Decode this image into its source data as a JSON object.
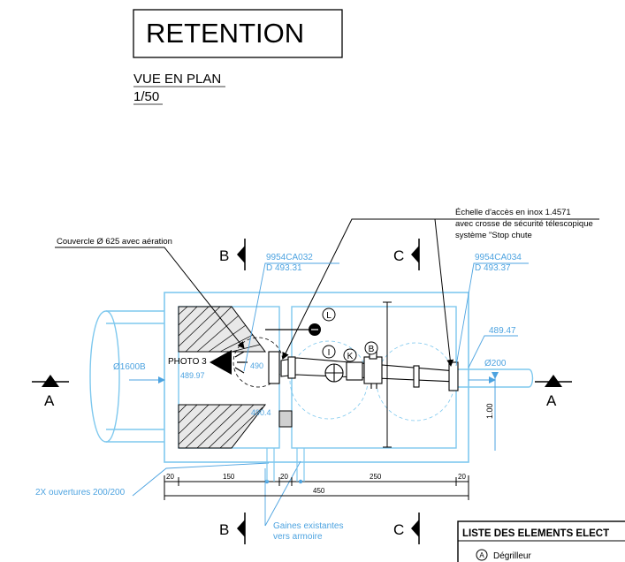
{
  "title_block": {
    "title": "RETENTION"
  },
  "view": {
    "name": "VUE EN PLAN",
    "scale": "1/50"
  },
  "section_markers": {
    "a_left": "A",
    "a_right": "A",
    "b_top": "B",
    "b_bottom": "B",
    "c_top": "C",
    "c_bottom": "C"
  },
  "callouts": {
    "ladder_line1": "Échelle d'accès en inox 1.4571",
    "ladder_line2": "avec crosse de sécurité télescopique",
    "ladder_line3": "système \"Stop chute",
    "cover": "Couvercle Ø 625 avec aération",
    "photo": "PHOTO 3",
    "openings": "2X ouvertures 200/200",
    "ducts_line1": "Gaines existantes",
    "ducts_line2": "vers armoire"
  },
  "levels": {
    "ref_left_id": "9954CA032",
    "ref_left_level": "D 493.31",
    "ref_right_id": "9954CA034",
    "ref_right_level": "D 493.37",
    "inlet_level": "489.97",
    "outlet_level": "489.47",
    "level_490_a": "490",
    "level_490_b": "490.4"
  },
  "pipes": {
    "inlet": "Ø1600B",
    "outlet": "Ø200"
  },
  "dimensions": {
    "d1": "20",
    "d2": "150",
    "d3": "20",
    "d4": "250",
    "d5": "20",
    "total": "450",
    "height": "1.00"
  },
  "equipment_tags": {
    "i": "I",
    "k": "K",
    "b": "B",
    "l": "L"
  },
  "legend": {
    "title": "LISTE DES ELEMENTS ELECT",
    "item_a_tag": "A",
    "item_a_label": "Dégrilleur"
  },
  "colors": {
    "structure": "#7ec8ee",
    "annotation": "#4da3e0",
    "ink": "#000000"
  }
}
